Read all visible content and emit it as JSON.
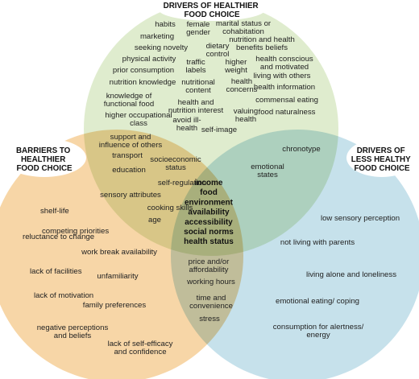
{
  "colors": {
    "green": "#d9e9c6",
    "orange": "#f6cf98",
    "blue": "#bcdce8"
  },
  "headers": {
    "healthier": [
      "DRIVERS OF HEALTHIER",
      "FOOD CHOICE"
    ],
    "barriers": [
      "BARRIERS TO",
      "HEALTHIER",
      "FOOD CHOICE"
    ],
    "less_healthy": [
      "DRIVERS OF",
      "LESS HEALTHY",
      "FOOD CHOICE"
    ]
  },
  "healthier_only": [
    [
      "habits"
    ],
    [
      "female",
      "gender"
    ],
    [
      "marital status or",
      "cohabitation"
    ],
    [
      "marketing"
    ],
    [
      "dietary",
      "control"
    ],
    [
      "nutrition and health",
      "benefits beliefs"
    ],
    [
      "seeking novelty"
    ],
    [
      "physical activity"
    ],
    [
      "traffic",
      "labels"
    ],
    [
      "higher",
      "weight"
    ],
    [
      "health conscious",
      "and motivated"
    ],
    [
      "prior consumption"
    ],
    [
      "living with others"
    ],
    [
      "nutrition knowledge"
    ],
    [
      "nutritional",
      "content"
    ],
    [
      "health",
      "concerns"
    ],
    [
      "health information"
    ],
    [
      "knowledge of",
      "functional food"
    ],
    [
      "health and",
      "nutrition interest"
    ],
    [
      "commensal eating"
    ],
    [
      "valuing",
      "health"
    ],
    [
      "food naturalness"
    ],
    [
      "higher occupational",
      "class"
    ],
    [
      "avoid ill-",
      "health"
    ],
    [
      "self-image"
    ]
  ],
  "healthier_barriers": [
    [
      "support and",
      "influence of others"
    ],
    [
      "transport"
    ],
    [
      "socioeconomic",
      "status"
    ],
    [
      "education"
    ],
    [
      "self-regulation"
    ],
    [
      "sensory attributes"
    ],
    [
      "cooking skills"
    ],
    [
      "age"
    ]
  ],
  "healthier_less": [
    [
      "chronotype"
    ],
    [
      "emotional",
      "states"
    ]
  ],
  "center": [
    "income",
    "food",
    "environment",
    "availability",
    "accessibility",
    "social norms",
    "health status"
  ],
  "barriers_less": [
    [
      "price and/or",
      "affordability"
    ],
    [
      "working hours"
    ],
    [
      "time and",
      "convenience"
    ],
    [
      "stress"
    ]
  ],
  "barriers_only": [
    [
      "shelf-life"
    ],
    [
      "competing priorities"
    ],
    [
      "reluctance to change"
    ],
    [
      "work break availability"
    ],
    [
      "lack of facilities"
    ],
    [
      "unfamiliarity"
    ],
    [
      "lack of motivation"
    ],
    [
      "family preferences"
    ],
    [
      "negative perceptions",
      "and beliefs"
    ],
    [
      "lack of self-efficacy",
      "and confidence"
    ]
  ],
  "less_only": [
    [
      "low sensory perception"
    ],
    [
      "not living with parents"
    ],
    [
      "living alone and loneliness"
    ],
    [
      "emotional eating/ coping"
    ],
    [
      "consumption for alertness/",
      "energy"
    ]
  ]
}
